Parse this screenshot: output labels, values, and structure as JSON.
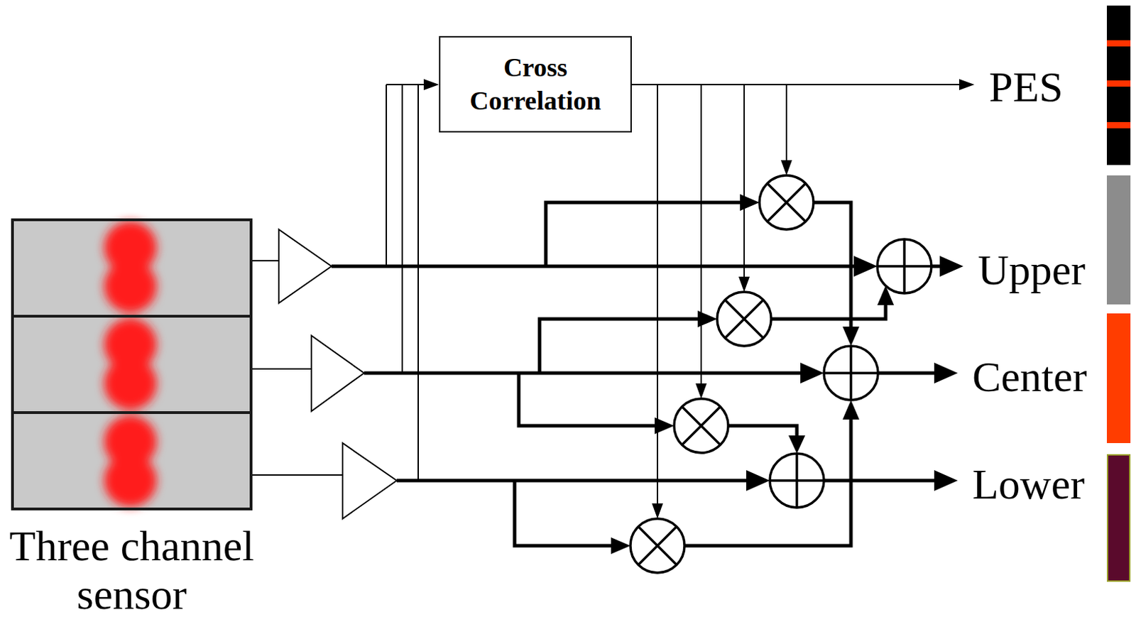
{
  "diagram": {
    "nodes": [
      {
        "text": [
          "Three channel sensor"
        ]
      },
      {
        "text": [
          "Cross Correlation"
        ]
      }
    ],
    "legend": [
      {
        "text": "PES"
      },
      {
        "text": "Upper",
        "color": "#8c8c8c"
      },
      {
        "text": "Center",
        "color": "#ff3d00"
      },
      {
        "text": "Lower",
        "color": "#5a0a2c"
      }
    ]
  }
}
